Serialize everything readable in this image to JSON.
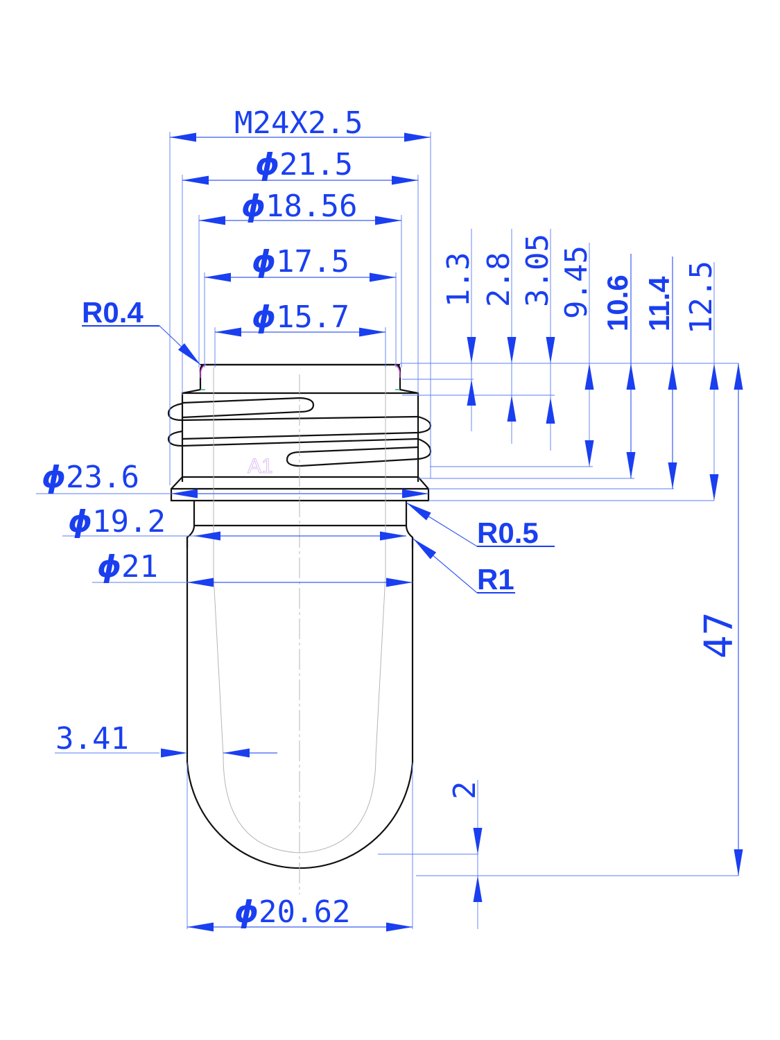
{
  "diagram": {
    "thread_spec": "M24X2.5",
    "diameters": {
      "d_21_5": "21.5",
      "d_18_56": "18.56",
      "d_17_5": "17.5",
      "d_15_7": "15.7",
      "d_23_6": "23.6",
      "d_19_2": "19.2",
      "d_21": "21",
      "d_20_62": "20.62"
    },
    "diameter_symbol": "ϕ",
    "radii": {
      "r_0_4": "R0.4",
      "r_0_5": "R0.5",
      "r_1": "R1"
    },
    "heights": {
      "h_1_3": "1.3",
      "h_2_8": "2.8",
      "h_3_05": "3.05",
      "h_9_45": "9.45",
      "h_10_6": "10.6",
      "h_11_4": "11.4",
      "h_12_5": "12.5"
    },
    "overall_length": "47",
    "wall_thickness": "3.41",
    "bottom_thickness": "2",
    "cavity_mark": "A1"
  }
}
